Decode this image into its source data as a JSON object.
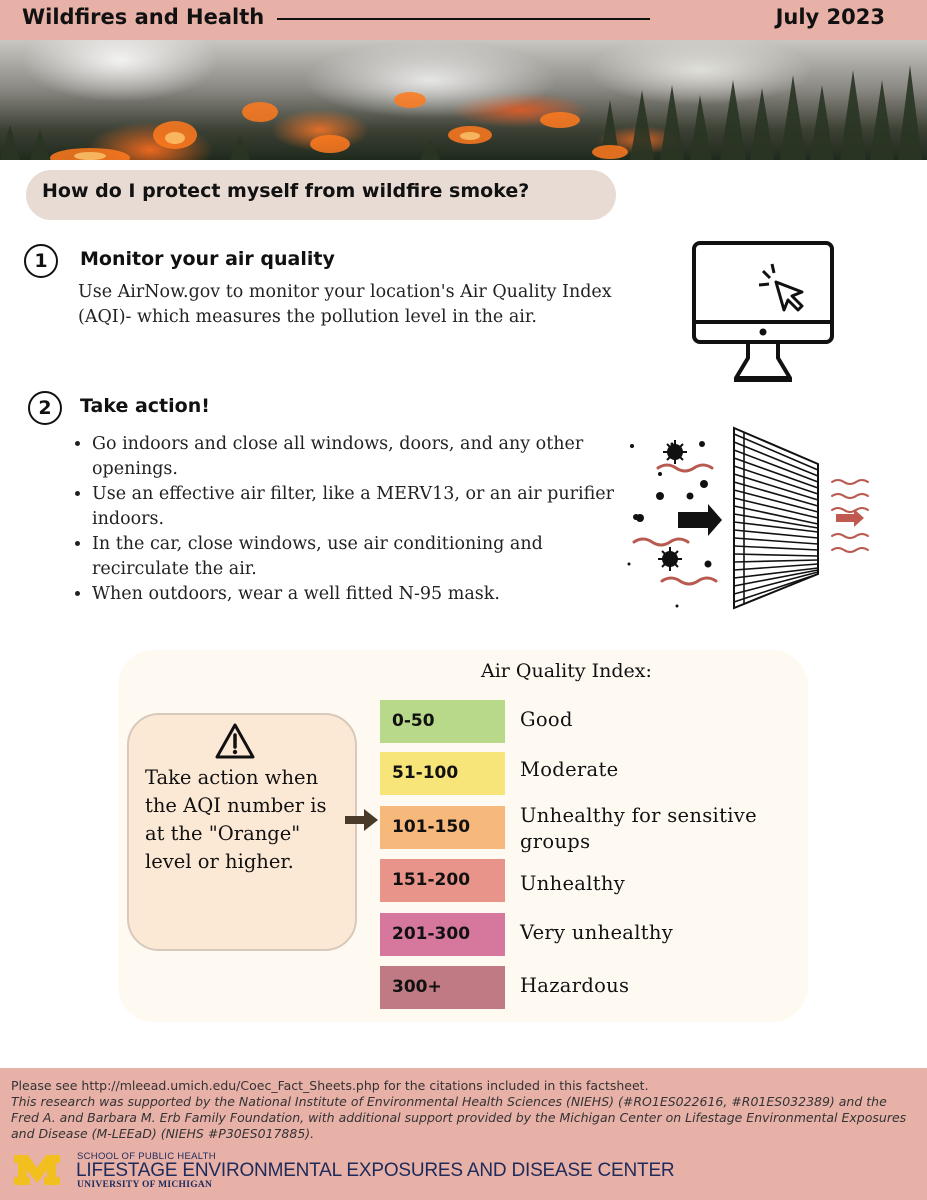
{
  "header": {
    "title": "Wildfires and Health",
    "date": "July 2023"
  },
  "banner": {
    "image": "forest-wildfire-aerial-photo"
  },
  "question": "How do I protect myself from wildfire smoke?",
  "step1": {
    "number": "1",
    "title": "Monitor your air quality",
    "body": "Use AirNow.gov to monitor your location's Air Quality Index (AQI)- which measures the pollution level in the air.",
    "icon": "computer-monitor-click-icon"
  },
  "step2": {
    "number": "2",
    "title": "Take action!",
    "bullets": [
      "Go indoors and close all windows, doors, and any other openings.",
      "Use an effective air filter, like a MERV13, or an air purifier indoors.",
      "In the car, close windows, use air conditioning and recirculate the air.",
      "When outdoors, wear a well fitted N-95 mask."
    ],
    "icon": "air-filter-icon"
  },
  "aqi": {
    "title": "Air Quality Index:",
    "callout": "Take action when the AQI number is at the \"Orange\" level or higher.",
    "levels": [
      {
        "range": "0-50",
        "category": "Good",
        "color": "#b7d989"
      },
      {
        "range": "51-100",
        "category": "Moderate",
        "color": "#f8e57a"
      },
      {
        "range": "101-150",
        "category": "Unhealthy for sensitive groups",
        "color": "#f6b97b"
      },
      {
        "range": "151-200",
        "category": "Unhealthy",
        "color": "#e9948a"
      },
      {
        "range": "201-300",
        "category": "Very unhealthy",
        "color": "#d6789e"
      },
      {
        "range": "300+",
        "category": "Hazardous",
        "color": "#c07a83"
      }
    ]
  },
  "footer": {
    "citation": "Please see http://mleead.umich.edu/Coec_Fact_Sheets.php for the citations included in this factsheet.",
    "funding": "This research was supported by the National Institute of Environmental Health Sciences (NIEHS) (#RO1ES022616, #R01ES032389) and the Fred A. and Barbara M. Erb Family Foundation, with additional support provided by the Michigan Center on Lifestage Environmental Exposures and Disease (M-LEEaD) (NIEHS #P30ES017885).",
    "org_school": "SCHOOL OF PUBLIC HEALTH",
    "org_name": "LIFESTAGE ENVIRONMENTAL EXPOSURES AND DISEASE CENTER",
    "org_university": "UNIVERSITY OF MICHIGAN",
    "logo": "M"
  },
  "colors": {
    "header": "#e7b1a8",
    "pill": "#e8dbd3",
    "panel": "#fefaf2",
    "callout": "#fbe8d5",
    "brand_blue": "#1d2a5a",
    "brand_maize": "#f2c01e"
  }
}
